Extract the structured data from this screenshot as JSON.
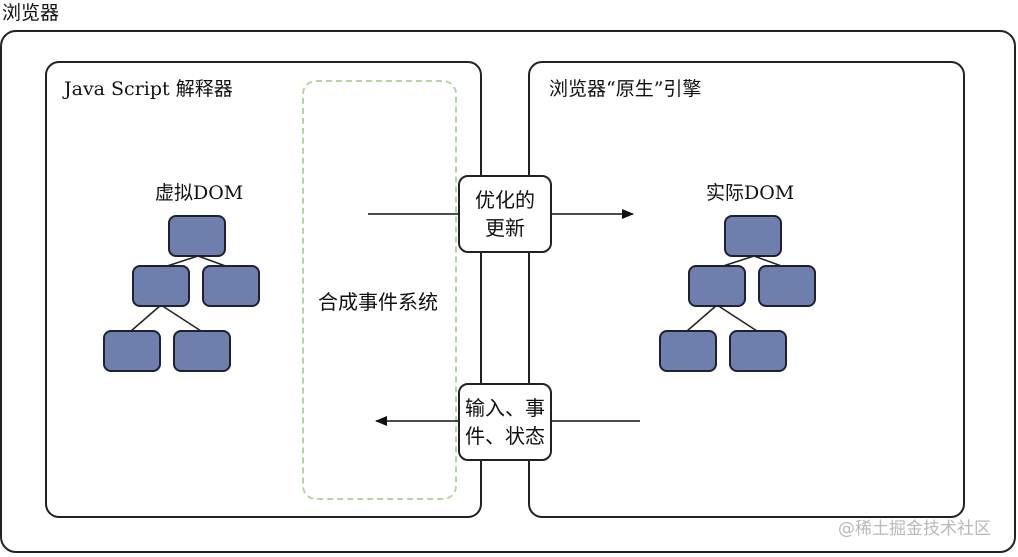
{
  "browser_label": "浏览器",
  "js_panel": {
    "title": "Java Script 解释器",
    "vdom_label": "虚拟DOM"
  },
  "native_panel": {
    "title": "浏览器“原生”引擎",
    "dom_label": "实际DOM"
  },
  "event_system": {
    "label": "合成事件系统"
  },
  "update_box": {
    "line1": "优化的",
    "line2": "更新"
  },
  "input_box": {
    "line1": "输入、事",
    "line2": "件、状态"
  },
  "watermark": "@稀土掘金技术社区",
  "colors": {
    "node_fill": "#6e7fae",
    "dashed_border": "#b8d3a2"
  }
}
